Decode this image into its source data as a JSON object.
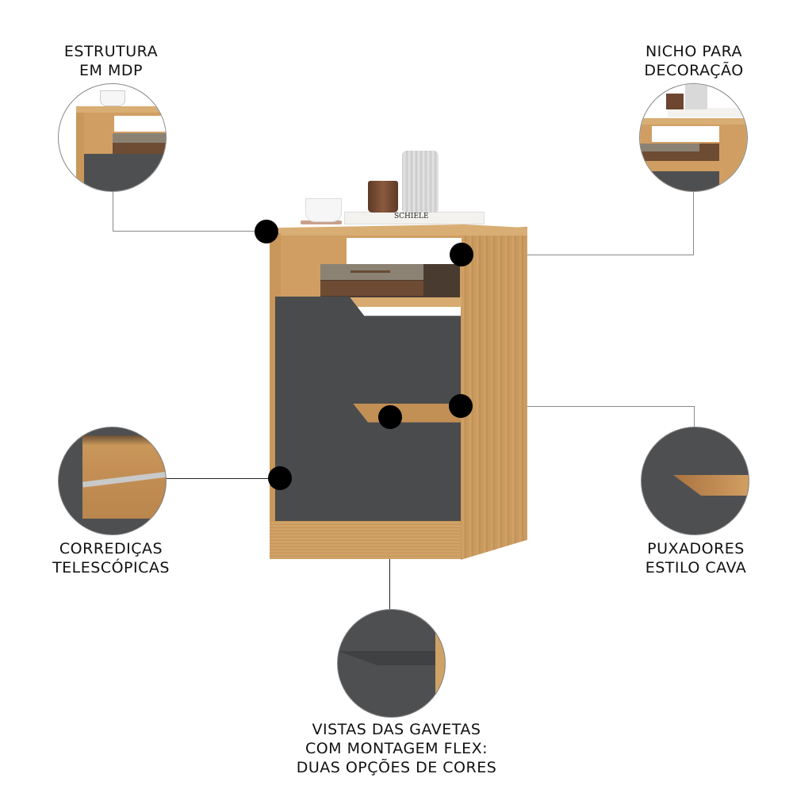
{
  "colors": {
    "wood": "#cfa266",
    "wood_dark": "#b9864d",
    "drawer_grey": "#4a4b4d",
    "marker": "#000000",
    "connector_line": "#8a8a8a",
    "text": "#111111"
  },
  "features": [
    {
      "id": "estrutura",
      "lines": [
        "ESTRUTURA",
        "EM MDP"
      ]
    },
    {
      "id": "nicho",
      "lines": [
        "NICHO PARA",
        "DECORAÇÃO"
      ]
    },
    {
      "id": "corredicas",
      "lines": [
        "CORREDIÇAS",
        "TELESCÓPICAS"
      ]
    },
    {
      "id": "puxadores",
      "lines": [
        "PUXADORES",
        "ESTILO CAVA"
      ]
    },
    {
      "id": "gavetas",
      "lines": [
        "VISTAS DAS GAVETAS",
        "COM MONTAGEM FLEX:",
        "DUAS OPÇÕES DE CORES"
      ]
    }
  ],
  "product": {
    "book_title": "SCHIELE"
  }
}
